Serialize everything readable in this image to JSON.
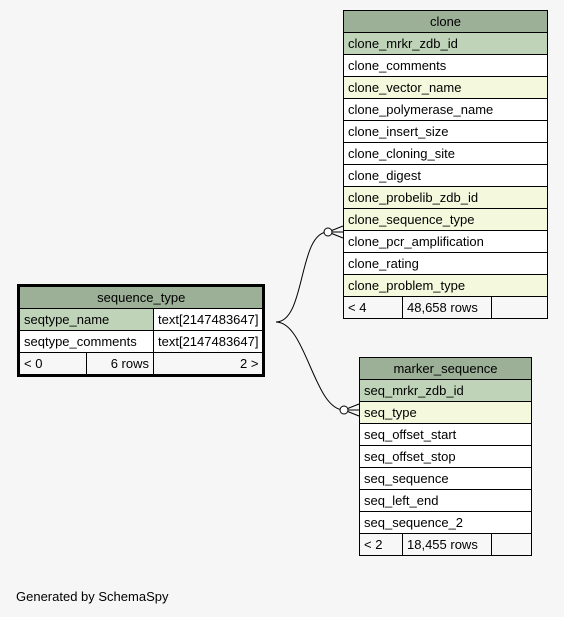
{
  "tables": {
    "clone": {
      "name": "clone",
      "columns": [
        "clone_mrkr_zdb_id",
        "clone_comments",
        "clone_vector_name",
        "clone_polymerase_name",
        "clone_insert_size",
        "clone_cloning_site",
        "clone_digest",
        "clone_probelib_zdb_id",
        "clone_sequence_type",
        "clone_pcr_amplification",
        "clone_rating",
        "clone_problem_type"
      ],
      "parents": "< 4",
      "rows": "48,658 rows",
      "children": ""
    },
    "sequence_type": {
      "name": "sequence_type",
      "columns": [
        {
          "name": "seqtype_name",
          "type": "text[2147483647]"
        },
        {
          "name": "seqtype_comments",
          "type": "text[2147483647]"
        }
      ],
      "parents": "< 0",
      "rows": "6 rows",
      "children": "2 >"
    },
    "marker_sequence": {
      "name": "marker_sequence",
      "columns": [
        "seq_mrkr_zdb_id",
        "seq_type",
        "seq_offset_start",
        "seq_offset_stop",
        "seq_sequence",
        "seq_left_end",
        "seq_sequence_2"
      ],
      "parents": "< 2",
      "rows": "18,455 rows",
      "children": ""
    }
  },
  "footer": "Generated by SchemaSpy"
}
